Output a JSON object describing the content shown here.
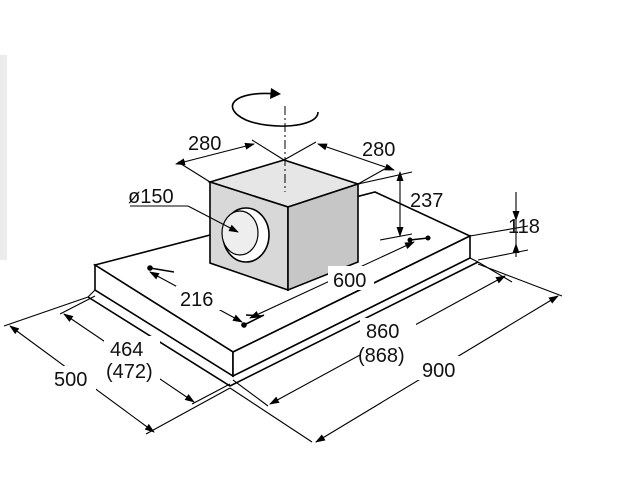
{
  "dimensions": {
    "box_depth": "280",
    "box_width": "280",
    "box_height": "237",
    "duct_diameter": "ø150",
    "hood_thickness": "118",
    "slot_spacing": "600",
    "bracket_spacing": "216",
    "inner_width": "860",
    "inner_width_alt": "(868)",
    "total_width": "900",
    "inner_depth": "464",
    "inner_depth_alt": "(472)",
    "total_depth": "500"
  },
  "icons": {
    "rotation": "rotation-arrow-icon"
  },
  "colors": {
    "stroke": "#000000",
    "box_front": "#d8d8d8",
    "box_side": "#c6c6c6",
    "box_top": "#e6e6e6",
    "canopy": "#ffffff"
  }
}
